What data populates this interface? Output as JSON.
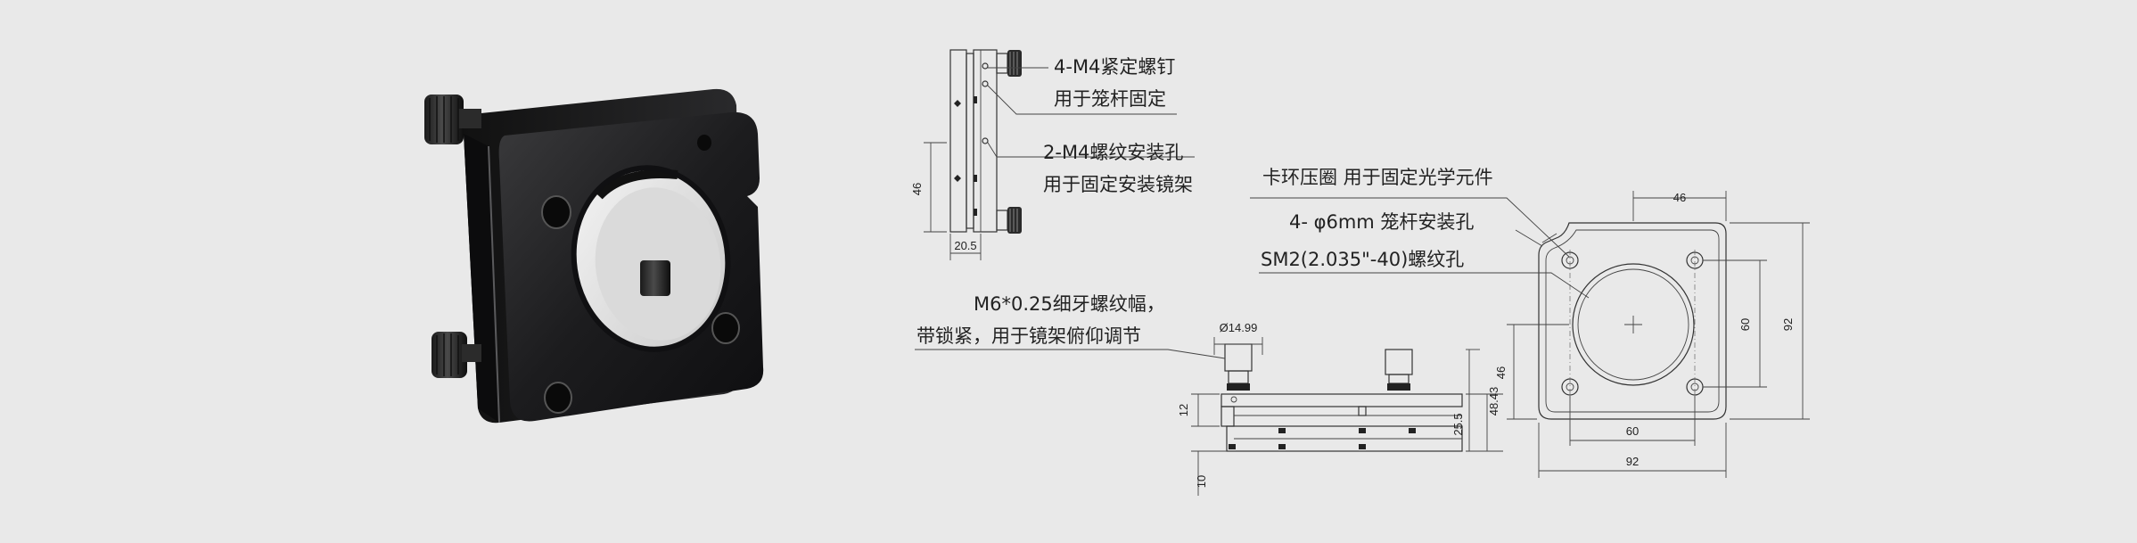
{
  "colors": {
    "background": "#e9e9e9",
    "mount_body": "#1c1c1e",
    "line": "#333333"
  },
  "side_view": {
    "callout_1": {
      "line1": "4-M4紧定螺钉",
      "line2": "用于笼杆固定"
    },
    "callout_2": {
      "line1": "2-M4螺纹安装孔",
      "line2": "用于固定安装镜架"
    },
    "dim_height": "46",
    "dim_width": "20.5"
  },
  "front_view": {
    "callout_retaining_ring": "卡环压圈 用于固定光学元件",
    "callout_cage_holes": "4- φ6mm  笼杆安装孔",
    "callout_thread": "SM2(2.035\"-40)螺纹孔",
    "dims": {
      "top_46": "46",
      "right_60": "60",
      "right_92": "92",
      "left_46": "46",
      "bottom_60": "60",
      "bottom_92": "92"
    }
  },
  "top_view": {
    "callout_adjuster": {
      "line1": "M6*0.25细牙螺纹幅，",
      "line2": "带锁紧，用于镜架俯仰调节"
    },
    "dims": {
      "knob_diameter": "Ø14.99",
      "left_12": "12",
      "left_10": "10",
      "right_25_5": "25.5",
      "right_48_43": "48.43"
    }
  }
}
